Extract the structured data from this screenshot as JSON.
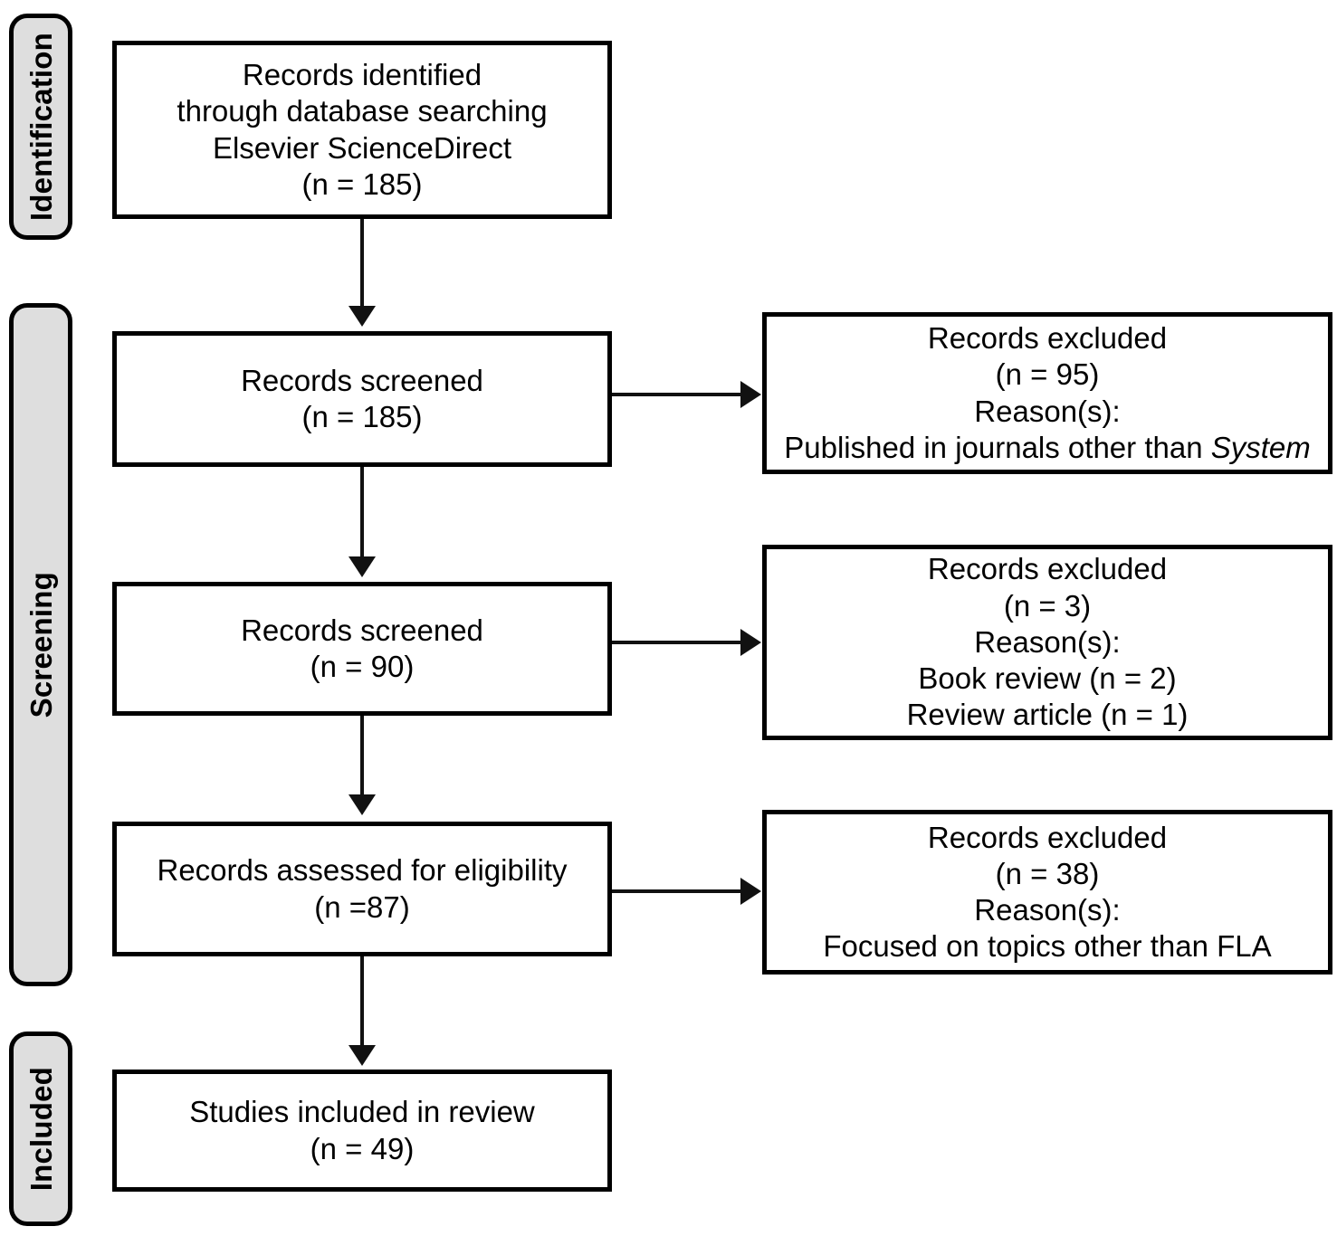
{
  "diagram": {
    "title": "PRISMA flow diagram",
    "type": "flowchart",
    "colors": {
      "band_fill": "#dedede",
      "band_border": "#000000",
      "box_fill": "#ffffff",
      "box_border": "#000000",
      "connector": "#111111"
    }
  },
  "stages": [
    {
      "id": "identification",
      "label": "Identification"
    },
    {
      "id": "screening",
      "label": "Screening"
    },
    {
      "id": "included",
      "label": "Included"
    }
  ],
  "main_boxes": [
    {
      "id": "records-identified",
      "stage": "identification",
      "lines": [
        "Records identified",
        "through database searching",
        "Elsevier ScienceDirect",
        "(n = 185)"
      ],
      "count": 185
    },
    {
      "id": "records-screened-1",
      "stage": "screening",
      "lines": [
        "Records screened",
        "(n = 185)"
      ],
      "count": 185
    },
    {
      "id": "records-screened-2",
      "stage": "screening",
      "lines": [
        "Records screened",
        "(n = 90)"
      ],
      "count": 90
    },
    {
      "id": "records-assessed-eligibility",
      "stage": "screening",
      "lines": [
        "Records assessed for eligibility",
        "(n =87)"
      ],
      "count": 87
    },
    {
      "id": "studies-included",
      "stage": "included",
      "lines": [
        "Studies included in review",
        "(n = 49)"
      ],
      "count": 49
    }
  ],
  "excluded_boxes": [
    {
      "id": "excluded-1",
      "heading": "Records excluded",
      "count_line": "(n = 95)",
      "count": 95,
      "reason_label": "Reason(s):",
      "reasons": [
        {
          "text_before": "Published in journals other than ",
          "emphasis": "System",
          "text_after": ""
        }
      ]
    },
    {
      "id": "excluded-2",
      "heading": "Records excluded",
      "count_line": "(n = 3)",
      "count": 3,
      "reason_label": "Reason(s):",
      "reasons": [
        {
          "text_before": "Book review (n = 2)",
          "emphasis": "",
          "text_after": ""
        },
        {
          "text_before": "Review article (n = 1)",
          "emphasis": "",
          "text_after": ""
        }
      ]
    },
    {
      "id": "excluded-3",
      "heading": "Records excluded",
      "count_line": "(n = 38)",
      "count": 38,
      "reason_label": "Reason(s):",
      "reasons": [
        {
          "text_before": "Focused on topics other than FLA",
          "emphasis": "",
          "text_after": ""
        }
      ]
    }
  ]
}
